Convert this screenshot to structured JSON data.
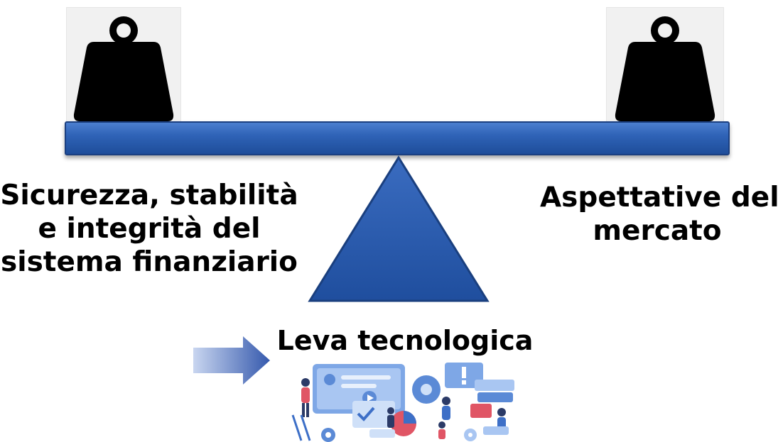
{
  "diagram": {
    "left_weight_label": "Sicurezza, stabilità e integrità del sistema finanziario",
    "left_weight_lines": [
      "Sicurezza, stabilità",
      "e integrità del",
      "sistema finanziario"
    ],
    "right_weight_label": "Aspettative del mercato",
    "right_weight_lines": [
      "Aspettative del",
      "mercato"
    ],
    "fulcrum_label": "Leva tecnologica"
  },
  "icons": {
    "left_weight": "weight-icon",
    "right_weight": "weight-icon",
    "beam": "balance-beam",
    "fulcrum": "triangle-fulcrum",
    "pointer": "arrow-right-icon",
    "illustration": "technology-people-illustration"
  },
  "colors": {
    "beam": "#2f63b7",
    "fulcrum": "#2a5cad",
    "weights": "#000000",
    "text": "#000000",
    "arrow": "#3f62b0"
  }
}
